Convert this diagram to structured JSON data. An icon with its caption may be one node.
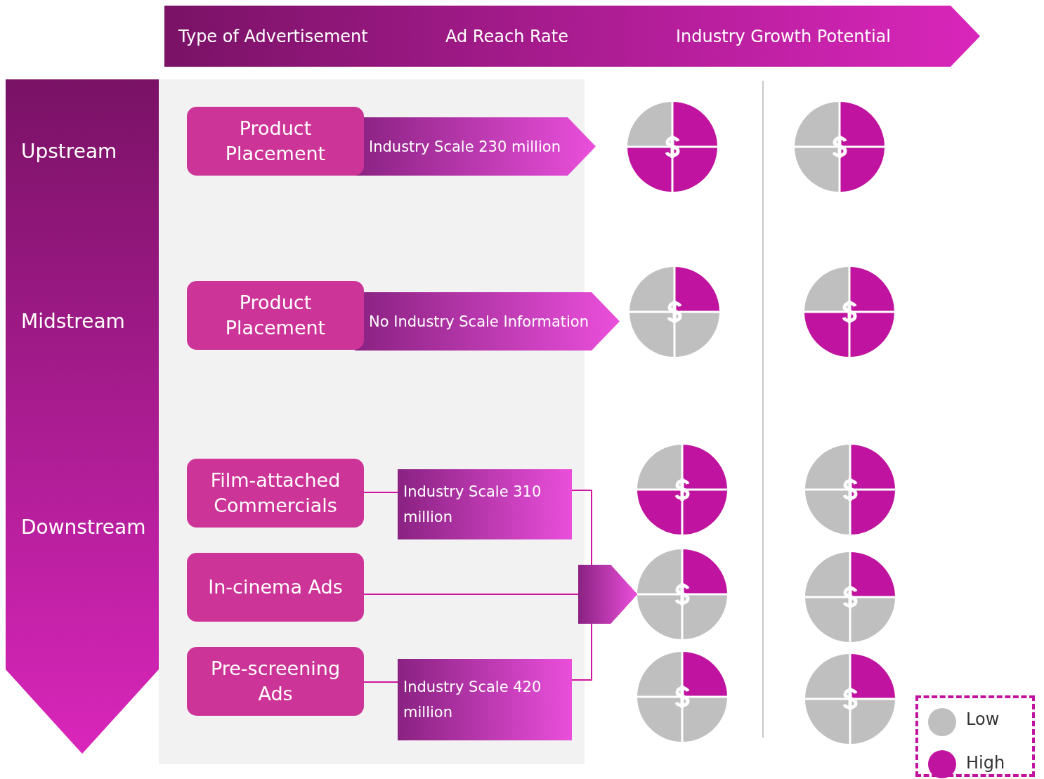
{
  "diagram": {
    "nodes": [
      {
        "text": [
          "Type of Advertisement",
          "Ad Reach Rate",
          "Industry Growth Potential"
        ]
      },
      {
        "text": [
          "Upstream",
          "Midstream",
          "Downstream"
        ]
      },
      {
        "text": [
          "Product Placement"
        ]
      },
      {
        "text": [
          "Industry Scale 230 million"
        ]
      },
      {
        "text": [],
        "shape": "circle"
      },
      {
        "text": [],
        "shape": "circle"
      },
      {
        "text": [
          "Product Placement"
        ]
      },
      {
        "text": [
          "No Industry Scale Information"
        ]
      },
      {
        "text": [],
        "shape": "circle"
      },
      {
        "text": [],
        "shape": "circle"
      },
      {
        "text": [
          "Film-attached Commercials"
        ]
      },
      {
        "text": [
          "Industry Scale 310 million"
        ]
      },
      {
        "text": [],
        "shape": "circle"
      },
      {
        "text": [],
        "shape": "circle"
      },
      {
        "text": [
          "In-cinema Ads"
        ]
      },
      {
        "text": [],
        "shape": "circle"
      },
      {
        "text": [],
        "shape": "circle"
      },
      {
        "text": [
          "Pre-screening Ads"
        ]
      },
      {
        "text": [
          "Industry Scale 420 million"
        ]
      },
      {
        "text": [],
        "shape": "circle"
      },
      {
        "text": [],
        "shape": "circle"
      }
    ],
    "edges": [
      {
        "from": 10,
        "to": 11,
        "arrow": "none"
      },
      {
        "from": 11,
        "to": 15,
        "arrow": "to"
      },
      {
        "from": 14,
        "to": 15,
        "arrow": "to"
      },
      {
        "from": 17,
        "to": 18,
        "arrow": "none"
      },
      {
        "from": 18,
        "to": 15,
        "arrow": "to"
      }
    ],
    "legend": [
      {
        "text": "Low",
        "color": "#bfbfbf"
      },
      {
        "text": "High",
        "color": "#c0139f"
      }
    ]
  }
}
